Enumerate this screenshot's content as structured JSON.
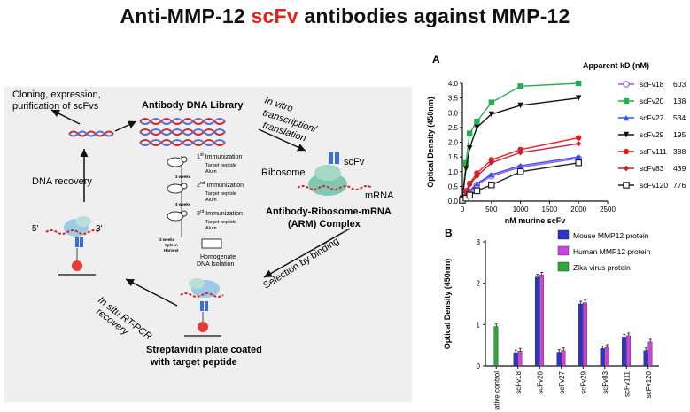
{
  "title": {
    "part1": "Anti-MMP-12 ",
    "highlight": "scFv",
    "part2": " antibodies against MMP-12"
  },
  "diagram": {
    "cloning": [
      "Cloning, expression,",
      "purification of scFvs"
    ],
    "library": "Antibody DNA Library",
    "invitro": [
      "In vitro",
      "transcription/",
      "translation"
    ],
    "ribosome": "Ribosome",
    "scfv": "scFv",
    "mrna": "mRNA",
    "arm": [
      "Antibody-Ribosome-mRNA",
      "(ARM) Complex"
    ],
    "dna_recovery": "DNA recovery",
    "five_prime": "5'",
    "three_prime": "3'",
    "rtpcr": [
      "In situ RT-PCR",
      "recovery"
    ],
    "selection": "Selection by binding",
    "strep": [
      "Streptavidin plate coated",
      "with target peptide"
    ],
    "immunizations": [
      {
        "ordinal": "1",
        "sup": "st",
        "label": " Immunization",
        "sub1": "Target peptide",
        "sub2": "Alum"
      },
      {
        "ordinal": "2",
        "sup": "nd",
        "label": " Immunization",
        "sub1": "Target peptide",
        "sub2": "Alum"
      },
      {
        "ordinal": "3",
        "sup": "rd",
        "label": " Immunization",
        "sub1": "Target peptide",
        "sub2": "Alum"
      }
    ],
    "weeks1": "3 weeks",
    "weeks2": "3 weeks",
    "harvest": [
      "3 weeks",
      "Spleen",
      "Harvest"
    ],
    "homogenate": [
      "Homogenate",
      "DNA Isolation"
    ]
  },
  "chart_data": [
    {
      "type": "line",
      "panel_label": "A",
      "xlabel": "nM murine scFv",
      "ylabel": "Optical Density (450nm)",
      "xlim": [
        0,
        2500
      ],
      "ylim": [
        0,
        4.0
      ],
      "xticks": [
        0,
        500,
        1000,
        1500,
        2000,
        2500
      ],
      "yticks": [
        "0.0",
        "0.5",
        "1.0",
        "1.5",
        "2.0",
        "2.5",
        "3.0",
        "3.5",
        "4.0"
      ],
      "legend_title": "Apparent kD (nM)",
      "legend_position": "right",
      "x": [
        0,
        62.5,
        125,
        250,
        500,
        1000,
        2000
      ],
      "series": [
        {
          "name": "scFv18",
          "kd": "603",
          "color": "#9b59d0",
          "marker": "circle-open",
          "values": [
            0.05,
            0.15,
            0.3,
            0.55,
            0.85,
            1.15,
            1.45
          ]
        },
        {
          "name": "scFv20",
          "kd": "138",
          "color": "#22b14c",
          "marker": "square",
          "values": [
            0.1,
            1.3,
            2.3,
            2.7,
            3.35,
            3.9,
            4.0
          ]
        },
        {
          "name": "scFv27",
          "kd": "534",
          "color": "#3355ee",
          "marker": "triangle",
          "values": [
            0.05,
            0.2,
            0.35,
            0.6,
            0.9,
            1.2,
            1.5
          ]
        },
        {
          "name": "scFv29",
          "kd": "195",
          "color": "#111111",
          "marker": "triangle-down",
          "values": [
            0.1,
            1.1,
            1.8,
            2.5,
            2.95,
            3.25,
            3.5
          ]
        },
        {
          "name": "scFv111",
          "kd": "388",
          "color": "#e82020",
          "marker": "circle",
          "values": [
            0.05,
            0.35,
            0.6,
            0.95,
            1.4,
            1.75,
            2.15
          ]
        },
        {
          "name": "scFv83",
          "kd": "439",
          "color": "#c0203a",
          "marker": "diamond",
          "values": [
            0.05,
            0.3,
            0.55,
            0.85,
            1.3,
            1.65,
            1.95
          ]
        },
        {
          "name": "scFv120",
          "kd": "776",
          "color": "#222222",
          "marker": "square-open",
          "values": [
            0.03,
            0.1,
            0.2,
            0.35,
            0.55,
            1.0,
            1.3
          ]
        }
      ]
    },
    {
      "type": "bar",
      "panel_label": "B",
      "ylabel": "Optical Density (450nm)",
      "ylim": [
        0,
        3
      ],
      "yticks": [
        "0",
        "1",
        "2",
        "3"
      ],
      "categories": [
        "Negative control",
        "scFv18",
        "scFv20",
        "scFv27",
        "scFv29",
        "scFv83",
        "scFv111",
        "scFv120"
      ],
      "legend_position": "top-right",
      "series": [
        {
          "name": "Mouse MMP12 protein",
          "color": "#2b35c8",
          "values": [
            null,
            0.32,
            2.15,
            0.33,
            1.5,
            0.42,
            0.7,
            0.37
          ]
        },
        {
          "name": "Human MMP12 protein",
          "color": "#cc44e0",
          "values": [
            null,
            0.36,
            2.2,
            0.37,
            1.53,
            0.45,
            0.73,
            0.58
          ]
        },
        {
          "name": "Zika virus protein",
          "color": "#2aa838",
          "values": [
            0.95,
            null,
            null,
            null,
            null,
            null,
            null,
            null
          ]
        }
      ]
    }
  ]
}
